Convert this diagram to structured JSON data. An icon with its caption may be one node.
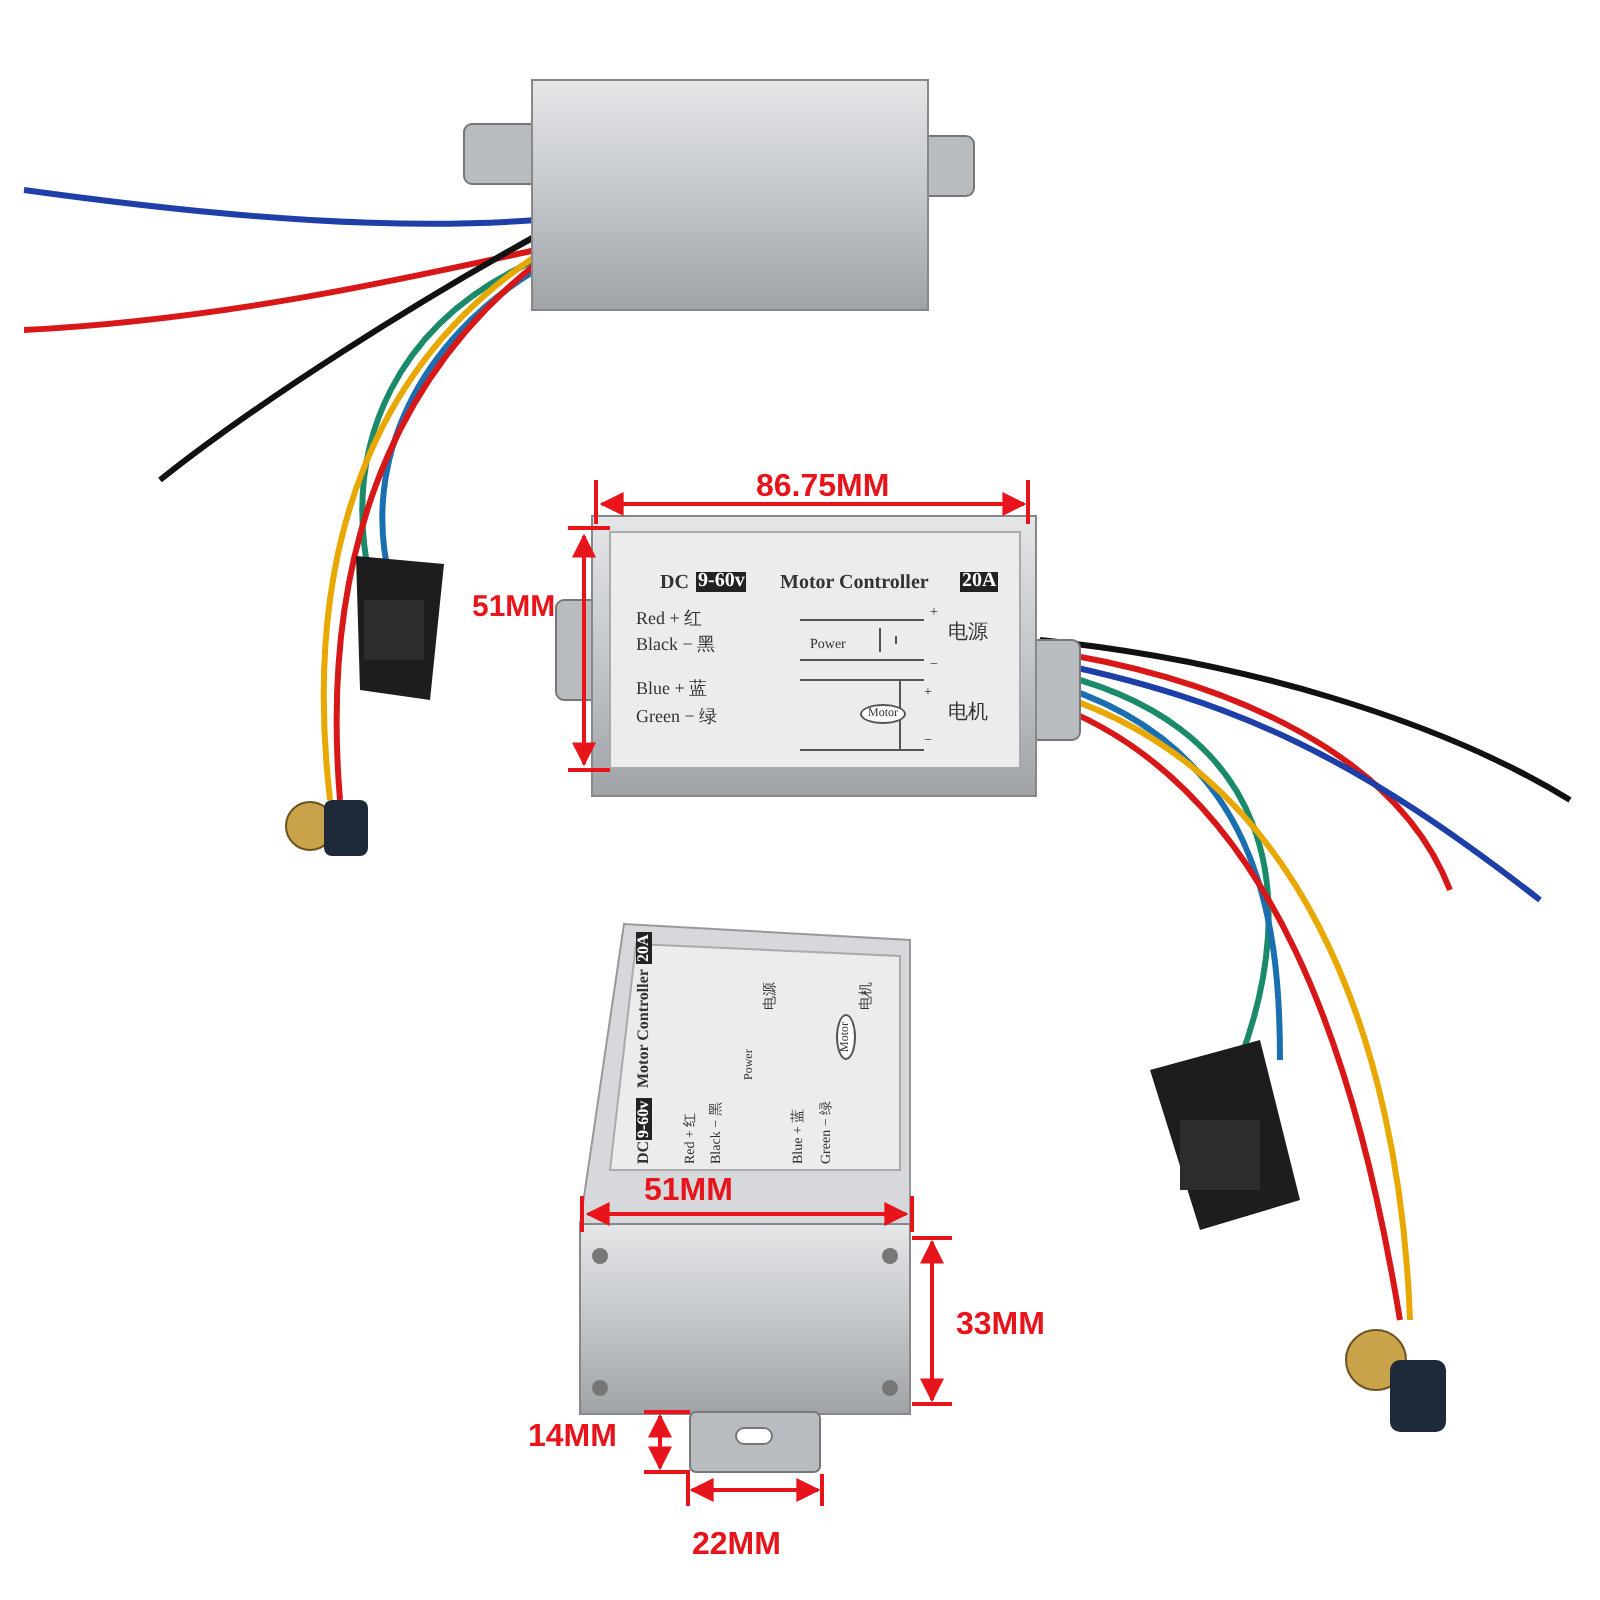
{
  "diagram": {
    "labels": [
      "86.75MM",
      "51MM",
      "DC",
      "9-60v",
      "Motor Controller",
      "20A",
      "Red + 红",
      "Black − 黑",
      "+",
      "Power",
      "电源",
      "−",
      "Blue + 蓝",
      "Green − 绿",
      "+",
      "Motor",
      "电机",
      "−",
      "DC",
      "9-60v",
      "Motor Controller",
      "20A",
      "Red + 红",
      "Black − 黑",
      "Power",
      "电源",
      "Blue + 蓝",
      "Green − 绿",
      "Motor",
      "电机",
      "51MM",
      "33MM",
      "14MM",
      "22MM"
    ]
  }
}
